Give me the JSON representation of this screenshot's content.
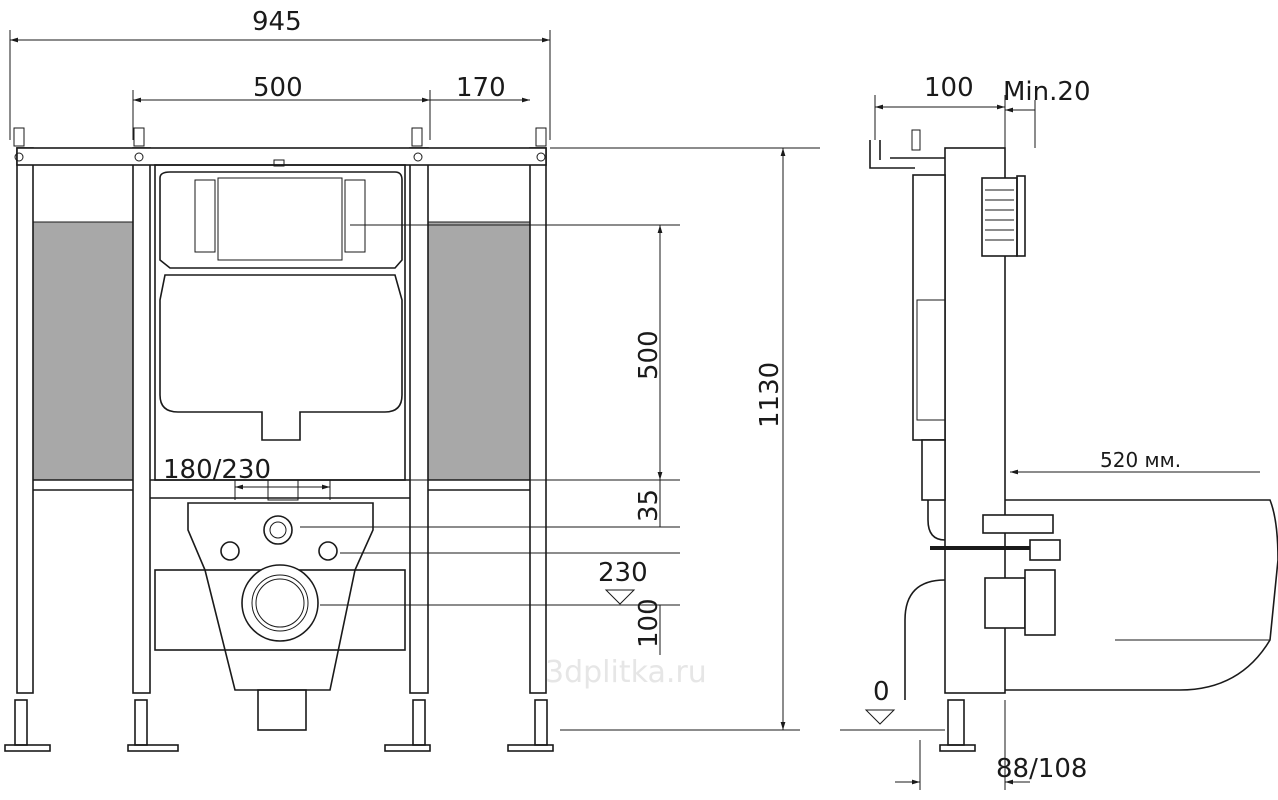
{
  "drawing": {
    "front_view": {
      "overall_width": "945",
      "inner_width": "500",
      "side_width": "170",
      "overall_height": "1130",
      "cistern_height": "500",
      "spacing_35": "35",
      "spacing_230": "230",
      "spacing_100": "100",
      "stud_spacing": "180/230"
    },
    "side_view": {
      "depth": "100",
      "min_gap": "Min.20",
      "bowl_length": "520 мм.",
      "floor_level": "0",
      "wall_offset": "88/108"
    },
    "watermark": "3dplitka.ru",
    "colors": {
      "line": "#1a1a1a",
      "panel": "#a8a8a8"
    }
  }
}
